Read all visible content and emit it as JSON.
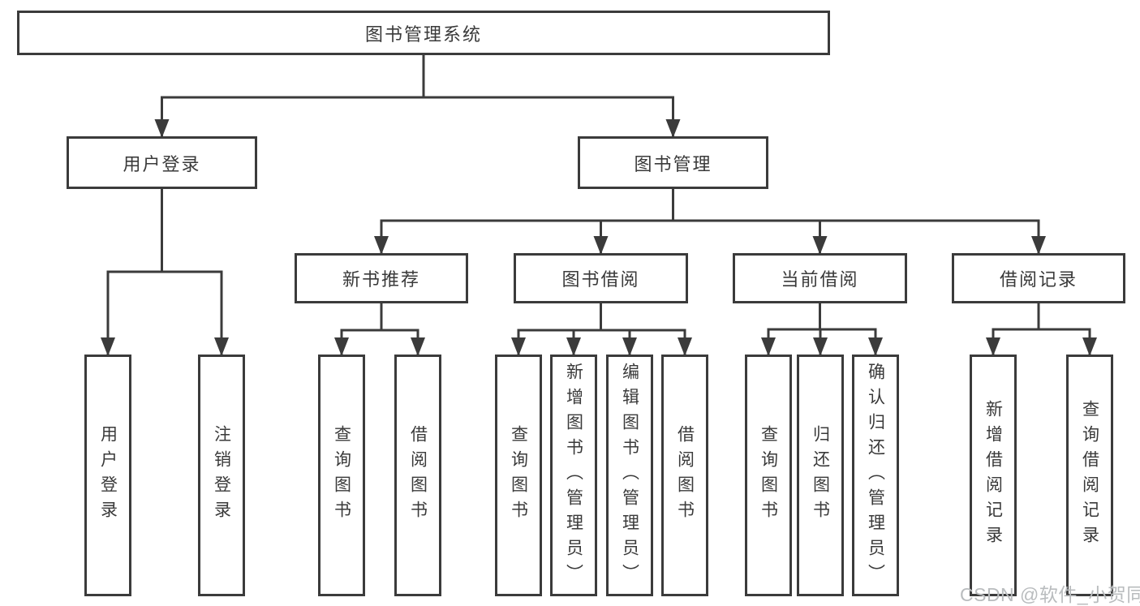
{
  "page": {
    "background": "#ffffff",
    "line_color": "#3b3b3b",
    "text_color": "#3a3a3a",
    "watermark_color": "#b9bcbe"
  },
  "watermark": {
    "text": "CSDN @软件_小贺同学"
  },
  "diagram": {
    "type": "tree",
    "nodes": [
      {
        "id": "root",
        "label": "图书管理系统",
        "parent": null
      },
      {
        "id": "user-login",
        "label": "用户登录",
        "parent": "root"
      },
      {
        "id": "book-management",
        "label": "图书管理",
        "parent": "root"
      },
      {
        "id": "new-book-recommend",
        "label": "新书推荐",
        "parent": "book-management"
      },
      {
        "id": "book-borrowing",
        "label": "图书借阅",
        "parent": "book-management"
      },
      {
        "id": "current-borrowing",
        "label": "当前借阅",
        "parent": "book-management"
      },
      {
        "id": "borrowing-records",
        "label": "借阅记录",
        "parent": "book-management"
      },
      {
        "id": "leaf-user-login",
        "label": "用户登录",
        "parent": "user-login"
      },
      {
        "id": "leaf-logout",
        "label": "注销登录",
        "parent": "user-login"
      },
      {
        "id": "leaf-query-books-recommend",
        "label": "查询图书",
        "parent": "new-book-recommend"
      },
      {
        "id": "leaf-borrow-books-recommend",
        "label": "借阅图书",
        "parent": "new-book-recommend"
      },
      {
        "id": "leaf-query-books-borrowing",
        "label": "查询图书",
        "parent": "book-borrowing"
      },
      {
        "id": "leaf-add-books-admin",
        "label": "新增图书（管理员）",
        "parent": "book-borrowing"
      },
      {
        "id": "leaf-edit-books-admin",
        "label": "编辑图书（管理员）",
        "parent": "book-borrowing"
      },
      {
        "id": "leaf-borrow-books-borrowing",
        "label": "借阅图书",
        "parent": "book-borrowing"
      },
      {
        "id": "leaf-query-books-current",
        "label": "查询图书",
        "parent": "current-borrowing"
      },
      {
        "id": "leaf-return-books",
        "label": "归还图书",
        "parent": "current-borrowing"
      },
      {
        "id": "leaf-confirm-return-admin",
        "label": "确认归还（管理员）",
        "parent": "current-borrowing"
      },
      {
        "id": "leaf-add-borrow-record",
        "label": "新增借阅记录",
        "parent": "borrowing-records"
      },
      {
        "id": "leaf-query-borrow-record",
        "label": "查询借阅记录",
        "parent": "borrowing-records"
      }
    ]
  }
}
